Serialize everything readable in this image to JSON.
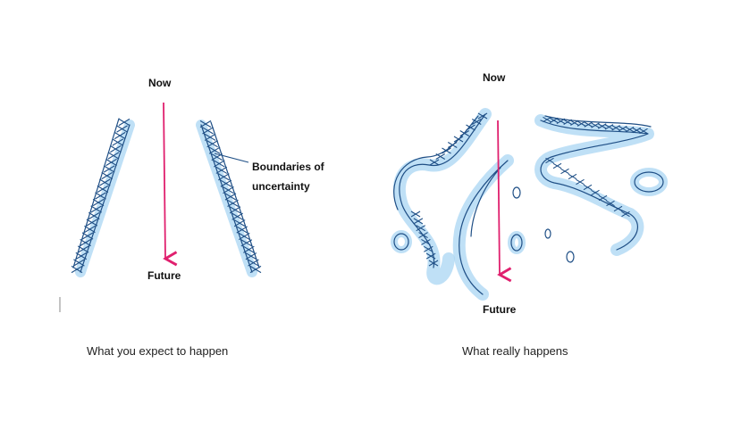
{
  "left_panel": {
    "top_label": "Now",
    "bottom_label": "Future",
    "annotation": "Boundaries of uncertainty",
    "annotation_line1": "Boundaries of",
    "annotation_line2": "uncertainty",
    "caption": "What you expect to happen"
  },
  "right_panel": {
    "top_label": "Now",
    "bottom_label": "Future",
    "caption": "What really happens"
  },
  "colors": {
    "arrow": "#e0206e",
    "hatch": "#1f4f86",
    "glow": "#a9d6f3"
  }
}
